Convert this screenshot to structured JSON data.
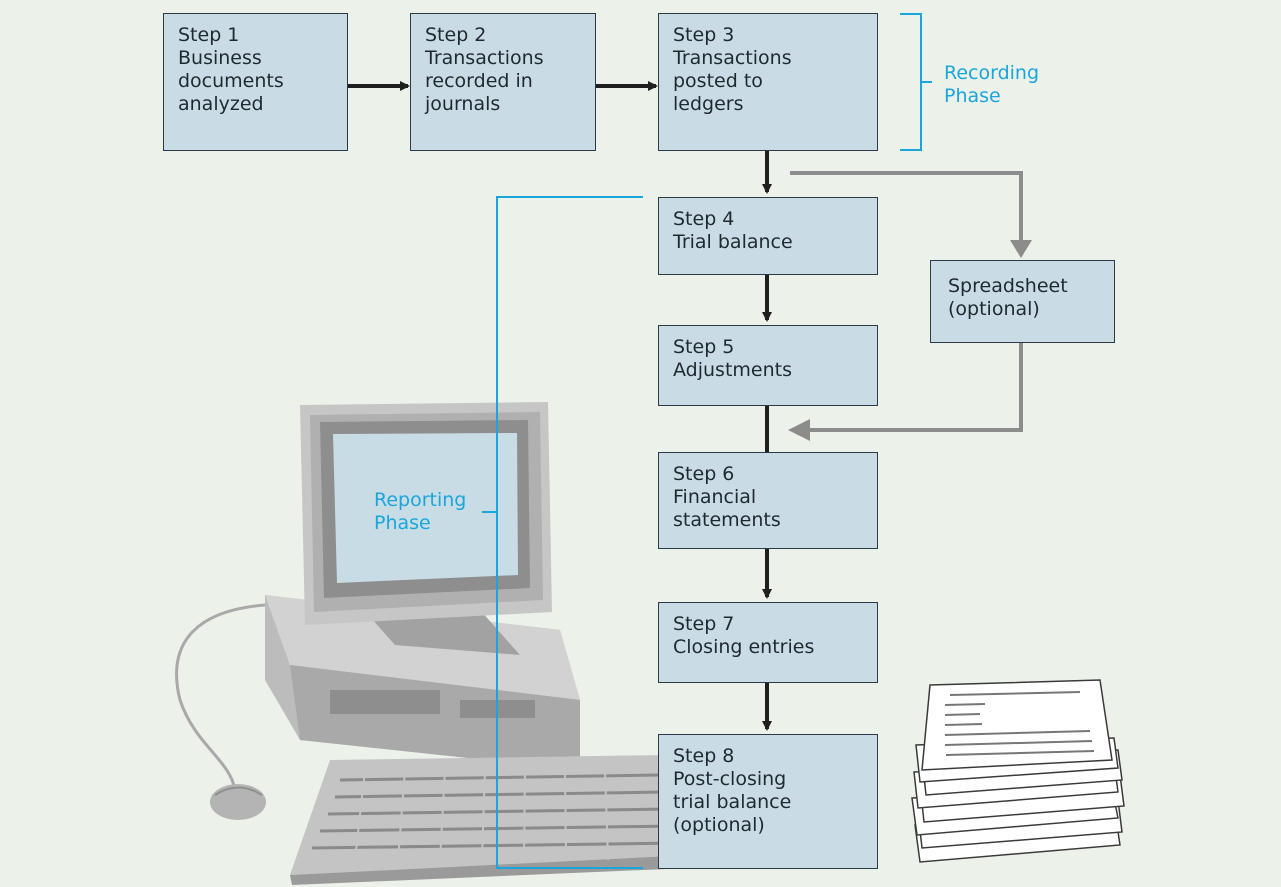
{
  "steps": [
    {
      "num": "Step 1",
      "text": "Business\ndocuments\nanalyzed"
    },
    {
      "num": "Step 2",
      "text": "Transactions\nrecorded in\njournals"
    },
    {
      "num": "Step 3",
      "text": "Transactions\nposted to\nledgers"
    },
    {
      "num": "Step 4",
      "text": "Trial balance"
    },
    {
      "num": "Step 5",
      "text": "Adjustments"
    },
    {
      "num": "Step 6",
      "text": "Financial\nstatements"
    },
    {
      "num": "Step 7",
      "text": "Closing entries"
    },
    {
      "num": "Step 8",
      "text": "Post-closing\ntrial balance\n(optional)"
    }
  ],
  "spreadsheet": {
    "text": "Spreadsheet\n(optional)"
  },
  "phases": {
    "recording": "Recording\nPhase",
    "reporting": "Reporting\nPhase"
  },
  "colors": {
    "box_fill": "#c9dbe5",
    "phase_accent": "#1aa6dd",
    "background": "#ecf1ea",
    "arrow_dark": "#1f1f1f",
    "arrow_gray": "#8c8c8c"
  },
  "illustrations": [
    "computer-illustration",
    "paper-stack-illustration"
  ]
}
